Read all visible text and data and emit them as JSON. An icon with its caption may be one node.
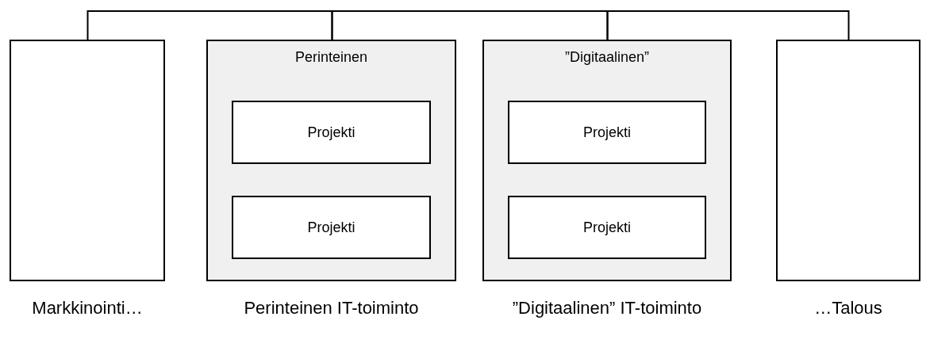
{
  "diagram": {
    "nodes": [
      {
        "text": [
          "Markkinointi…"
        ]
      },
      {
        "text": [
          "Perinteinen",
          "Perinteinen IT-toiminto"
        ]
      },
      {
        "text": [
          "Projekti"
        ],
        "in": 1
      },
      {
        "text": [
          "Projekti"
        ],
        "in": 1
      },
      {
        "text": [
          "”Digitaalinen”",
          "”Digitaalinen” IT-toiminto"
        ]
      },
      {
        "text": [
          "Projekti"
        ],
        "in": 4
      },
      {
        "text": [
          "Projekti"
        ],
        "in": 4
      },
      {
        "text": [
          "…Talous"
        ]
      }
    ],
    "edges": [
      {
        "from": 0,
        "to": 1,
        "arrow": "none"
      },
      {
        "from": 1,
        "to": 4,
        "arrow": "none"
      },
      {
        "from": 4,
        "to": 7,
        "arrow": "none"
      }
    ]
  }
}
